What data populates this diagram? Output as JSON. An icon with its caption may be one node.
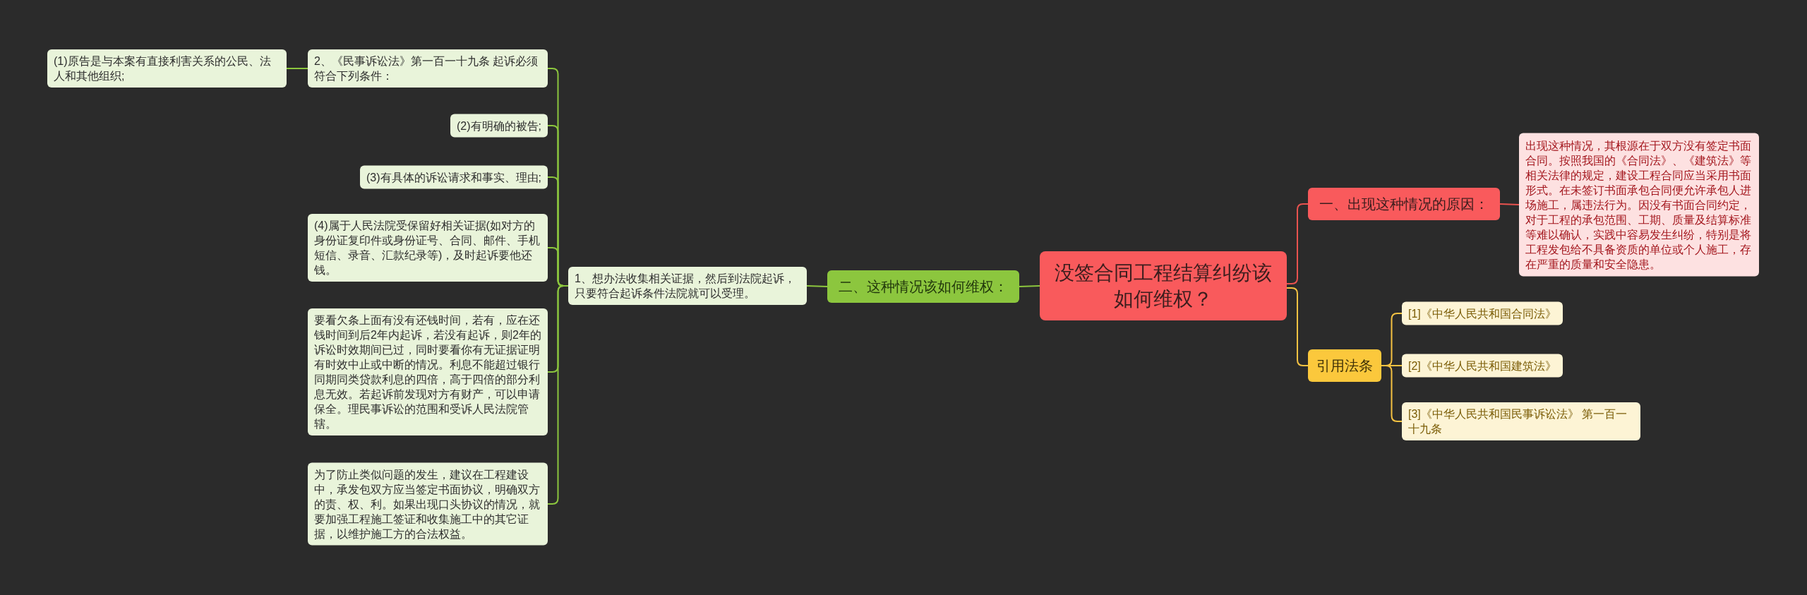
{
  "diagram": {
    "nodes": [
      {
        "text": [
          "没签合同工程结算纠纷该如何维权？"
        ]
      },
      {
        "text": [
          "一、出现这种情况的原因："
        ]
      },
      {
        "text": [
          "出现这种情况，其根源在于双方没有签定书面合同。按照我国的《合同法》、《建筑法》等相关法律的规定，建设工程合同应当采用书面形式。在未签订书面承包合同便允许承包人进场施工，属违法行为。因没有书面合同约定，对于工程的承包范围、工期、质量及结算标准等难以确认，实践中容易发生纠纷，特别是将工程发包给不具备资质的单位或个人施工，存在严重的质量和安全隐患。"
        ]
      },
      {
        "text": [
          "引用法条"
        ]
      },
      {
        "text": [
          "[1]《中华人民共和国合同法》"
        ]
      },
      {
        "text": [
          "[2]《中华人民共和国建筑法》"
        ]
      },
      {
        "text": [
          "[3]《中华人民共和国民事诉讼法》 第一百一十九条"
        ]
      },
      {
        "text": [
          "二、这种情况该如何维权："
        ]
      },
      {
        "text": [
          "1、想办法收集相关证据，然后到法院起诉，只要符合起诉条件法院就可以受理。"
        ]
      },
      {
        "text": [
          "2、《民事诉讼法》第一百一十九条 起诉必须符合下列条件："
        ]
      },
      {
        "text": [
          "(1)原告是与本案有直接利害关系的公民、法人和其他组织;"
        ]
      },
      {
        "text": [
          "(2)有明确的被告;"
        ]
      },
      {
        "text": [
          "(3)有具体的诉讼请求和事实、理由;"
        ]
      },
      {
        "text": [
          "(4)属于人民法院受保留好相关证据(如对方的身份证复印件或身份证号、合同、邮件、手机短信、录音、汇款纪录等)，及时起诉要他还钱。"
        ]
      },
      {
        "text": [
          "要看欠条上面有没有还钱时间，若有，应在还钱时间到后2年内起诉，若没有起诉，则2年的诉讼时效期间已过，同时要看你有无证据证明有时效中止或中断的情况。利息不能超过银行同期同类贷款利息的四倍，高于四倍的部分利息无效。若起诉前发现对方有财产，可以申请保全。理民事诉讼的范围和受诉人民法院管辖。"
        ]
      },
      {
        "text": [
          "为了防止类似问题的发生，建议在工程建设中，承发包双方应当签定书面协议，明确双方的责、权、利。如果出现口头协议的情况，就要加强工程施工签证和收集施工中的其它证据，以维护施工方的合法权益。"
        ]
      }
    ],
    "edges": [
      {
        "from": 0,
        "to": 1,
        "arrow": "none",
        "color": "#e8524f"
      },
      {
        "from": 1,
        "to": 2,
        "arrow": "none",
        "color": "#e8524f"
      },
      {
        "from": 0,
        "to": 3,
        "arrow": "none",
        "color": "#f5c242"
      },
      {
        "from": 3,
        "to": 4,
        "arrow": "none",
        "color": "#f5c242"
      },
      {
        "from": 3,
        "to": 5,
        "arrow": "none",
        "color": "#f5c242"
      },
      {
        "from": 3,
        "to": 6,
        "arrow": "none",
        "color": "#f5c242"
      },
      {
        "from": 0,
        "to": 7,
        "arrow": "none"
      },
      {
        "from": 7,
        "to": 8,
        "arrow": "none"
      },
      {
        "from": 8,
        "to": 9,
        "arrow": "none"
      },
      {
        "from": 9,
        "to": 10,
        "arrow": "none"
      },
      {
        "from": 8,
        "to": 11,
        "arrow": "none"
      },
      {
        "from": 8,
        "to": 12,
        "arrow": "none"
      },
      {
        "from": 8,
        "to": 13,
        "arrow": "none"
      },
      {
        "from": 8,
        "to": 14,
        "arrow": "none"
      },
      {
        "from": 8,
        "to": 15,
        "arrow": "none"
      }
    ]
  }
}
